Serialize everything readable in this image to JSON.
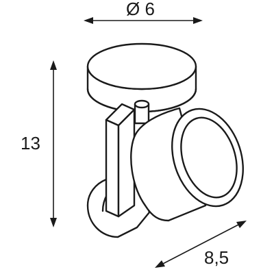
{
  "dimensions": {
    "diameter_label": "Ø 6",
    "height_label": "13",
    "depth_label": "8,5"
  }
}
